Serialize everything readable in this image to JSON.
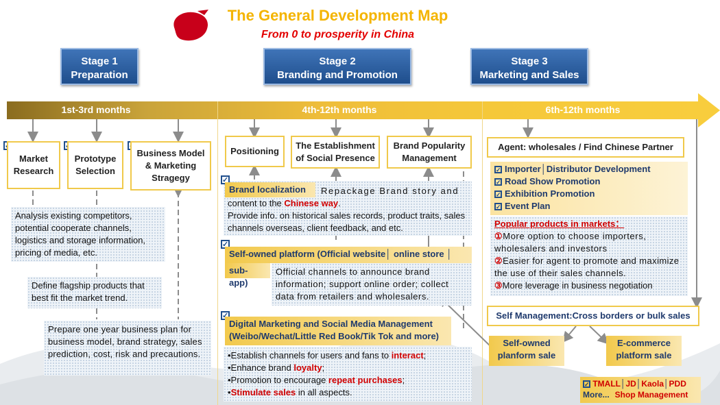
{
  "header": {
    "title": "The General Development Map",
    "subtitle": "From 0 to prosperity in China"
  },
  "stages": [
    {
      "line1": "Stage 1",
      "line2": "Preparation"
    },
    {
      "line1": "Stage 2",
      "line2": "Branding and Promotion"
    },
    {
      "line1": "Stage 3",
      "line2": "Marketing and Sales"
    }
  ],
  "months": [
    "1st-3rd months",
    "4th-12th months",
    "6th-12th months"
  ],
  "stage1": {
    "boxes": [
      {
        "l1": "Market",
        "l2": "Research",
        "l3": ""
      },
      {
        "l1": "Prototype",
        "l2": "Selection",
        "l3": ""
      },
      {
        "l1": "Business Model",
        "l2": "& Marketing",
        "l3": "Stragegy"
      }
    ],
    "notes": [
      "Analysis existing competitors, potential cooperate channels, logistics and storage information, pricing of media, etc.",
      "Define flagship products that best fit the market trend.",
      "Prepare one year business plan for business model, brand strategy, sales prediction, cost, risk and precautions."
    ]
  },
  "stage2": {
    "boxes": [
      {
        "l1": "Positioning",
        "l2": ""
      },
      {
        "l1": "The Establishment",
        "l2": "of Social Presence"
      },
      {
        "l1": "Brand Popularity",
        "l2": "Management"
      }
    ],
    "localization": {
      "tag": "Brand localization",
      "t1": "Repackage Brand story and",
      "t2a": "content to the ",
      "t2red": "Chinese way",
      "t2b": ".",
      "t3": "Provide info. on historical sales records, product traits, sales channels overseas, client feedback, and etc."
    },
    "platform": {
      "tag1": "Self-owned platform (Official website│ online store │",
      "tag2": "sub-app)",
      "text": "Official channels to announce brand information; support online order; collect data from retailers and wholesalers."
    },
    "digital": {
      "tag1": "Digital Marketing and Social Media Management",
      "tag2": "(Weibo/Wechat/Little Red Book/Tik Tok and more)",
      "b1a": "•Establish channels for users and fans to ",
      "b1red": "interact",
      "b1b": ";",
      "b2a": "•Enhance brand ",
      "b2red": "loyalty",
      "b2b": ";",
      "b3a": "•Promotion to encourage ",
      "b3red": "repeat purchases",
      "b3b": ";",
      "b4a": "•",
      "b4red": "Stimulate sales",
      "b4b": " in all aspects."
    }
  },
  "stage3": {
    "agent": "Agent: wholesales / Find Chinese Partner",
    "list": [
      "Importer│Distributor Development",
      "Road Show Promotion",
      "Exhibition Promotion",
      "Event Plan"
    ],
    "popular_title": "Popular products in markets：",
    "popular": [
      {
        "n": "①",
        "t": "More option to choose importers, wholesalers and investors"
      },
      {
        "n": "②",
        "t": "Easier for agent to promote and maximize the use of their sales channels."
      },
      {
        "n": "③",
        "t": "More leverage in business negotiation"
      }
    ],
    "self": "Self Management:Cross borders or bulk sales",
    "selfowned_l1": "Self-owned",
    "selfowned_l2": "planform sale",
    "ecom_l1": "E-commerce",
    "ecom_l2": "platform sale",
    "shop_l1a": "TMALL",
    "shop_l1b": "│",
    "shop_l1c": "JD",
    "shop_l1d": "│",
    "shop_l1e": "Kaola",
    "shop_l1f": "│",
    "shop_l1g": "PDD",
    "shop_l2a": "More...",
    "shop_l2b": "Shop Management"
  },
  "colors": {
    "gold": "#f4b400",
    "red": "#e30000",
    "blue": "#1f4e8c"
  }
}
